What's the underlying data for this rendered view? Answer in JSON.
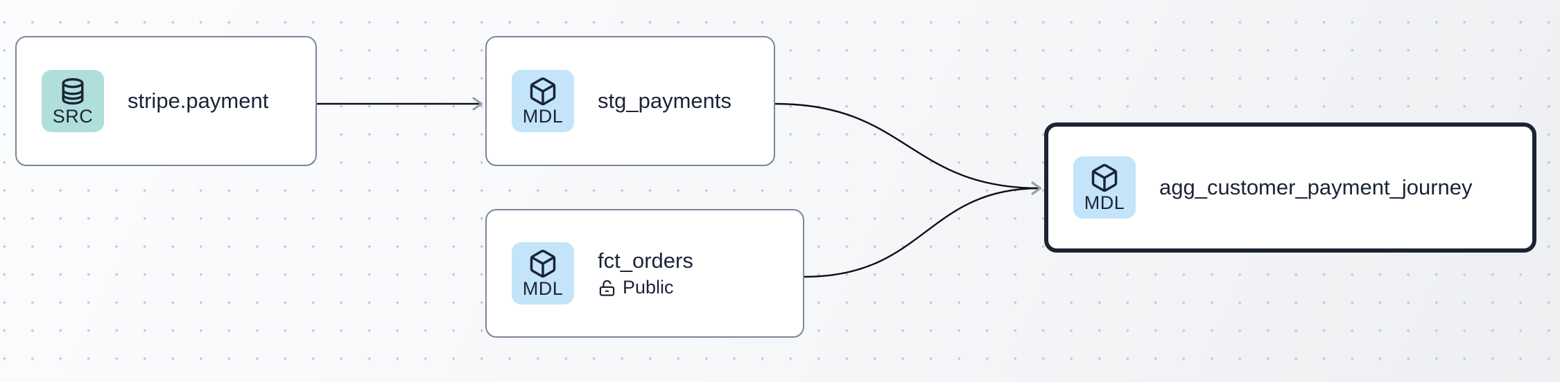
{
  "canvas": {
    "kind": "lineage-graph",
    "background_start": "#fbfcfd",
    "background_end": "#edeff2",
    "dot_color": "#c7ccd3",
    "edge_color": "#0d0f13",
    "arrowhead_color": "#98a0ac",
    "node_fill": "#ffffff",
    "node_border": "#7b8597",
    "node_border_selected": "#1b2334",
    "text_color": "#1b2436"
  },
  "nodes": [
    {
      "title": "stripe.payment",
      "kind": "source",
      "selected": false,
      "badge": {
        "label": "SRC",
        "icon": "database-icon",
        "bg": "#b0dfdb"
      }
    },
    {
      "title": "stg_payments",
      "kind": "model",
      "selected": false,
      "badge": {
        "label": "MDL",
        "icon": "cube-icon",
        "bg": "#c3e4f9"
      }
    },
    {
      "title": "fct_orders",
      "subtitle": "Public",
      "subtitle_icon": "unlock-icon",
      "kind": "model",
      "selected": false,
      "badge": {
        "label": "MDL",
        "icon": "cube-icon",
        "bg": "#c3e4f9"
      }
    },
    {
      "title": "agg_customer_payment_journey",
      "kind": "model",
      "selected": true,
      "badge": {
        "label": "MDL",
        "icon": "cube-icon",
        "bg": "#c3e4f9"
      }
    }
  ],
  "edges": [
    {
      "source": "stripe.payment",
      "target": "stg_payments"
    },
    {
      "source": "stg_payments",
      "target": "agg_customer_payment_journey"
    },
    {
      "source": "fct_orders",
      "target": "agg_customer_payment_journey"
    }
  ]
}
